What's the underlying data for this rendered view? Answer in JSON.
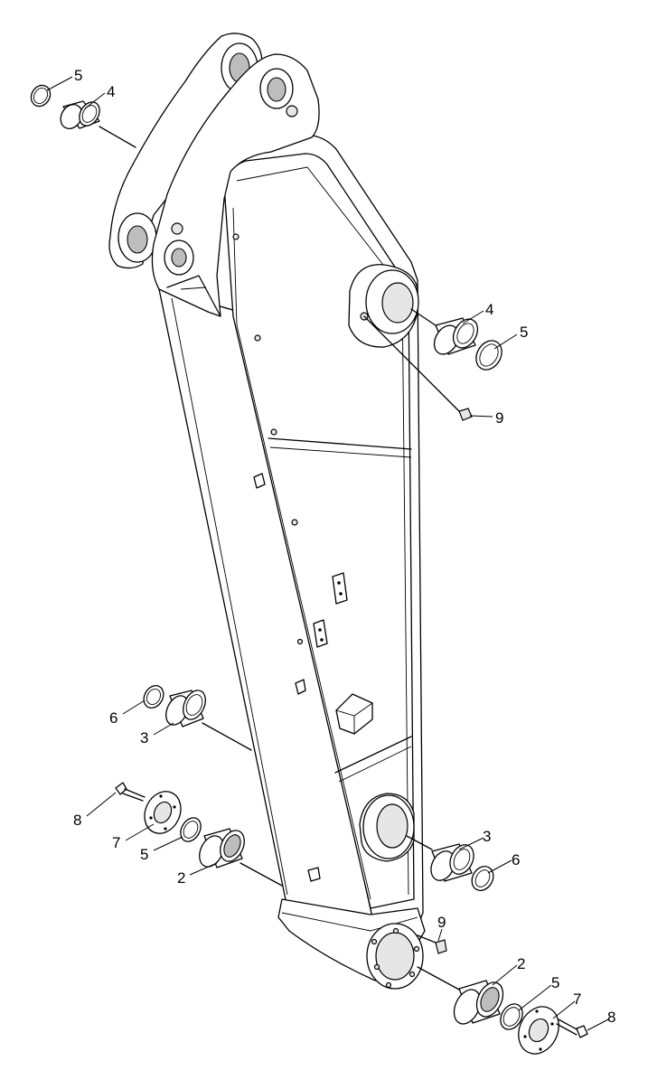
{
  "diagram": {
    "callouts": [
      {
        "id": "c1",
        "label": "5"
      },
      {
        "id": "c2",
        "label": "4"
      },
      {
        "id": "c3",
        "label": "4"
      },
      {
        "id": "c4",
        "label": "5"
      },
      {
        "id": "c5",
        "label": "9"
      },
      {
        "id": "c6",
        "label": "6"
      },
      {
        "id": "c7",
        "label": "3"
      },
      {
        "id": "c8",
        "label": "8"
      },
      {
        "id": "c9",
        "label": "7"
      },
      {
        "id": "c10",
        "label": "5"
      },
      {
        "id": "c11",
        "label": "2"
      },
      {
        "id": "c12",
        "label": "3"
      },
      {
        "id": "c13",
        "label": "6"
      },
      {
        "id": "c14",
        "label": "9"
      },
      {
        "id": "c15",
        "label": "2"
      },
      {
        "id": "c16",
        "label": "5"
      },
      {
        "id": "c17",
        "label": "7"
      },
      {
        "id": "c18",
        "label": "8"
      }
    ]
  }
}
